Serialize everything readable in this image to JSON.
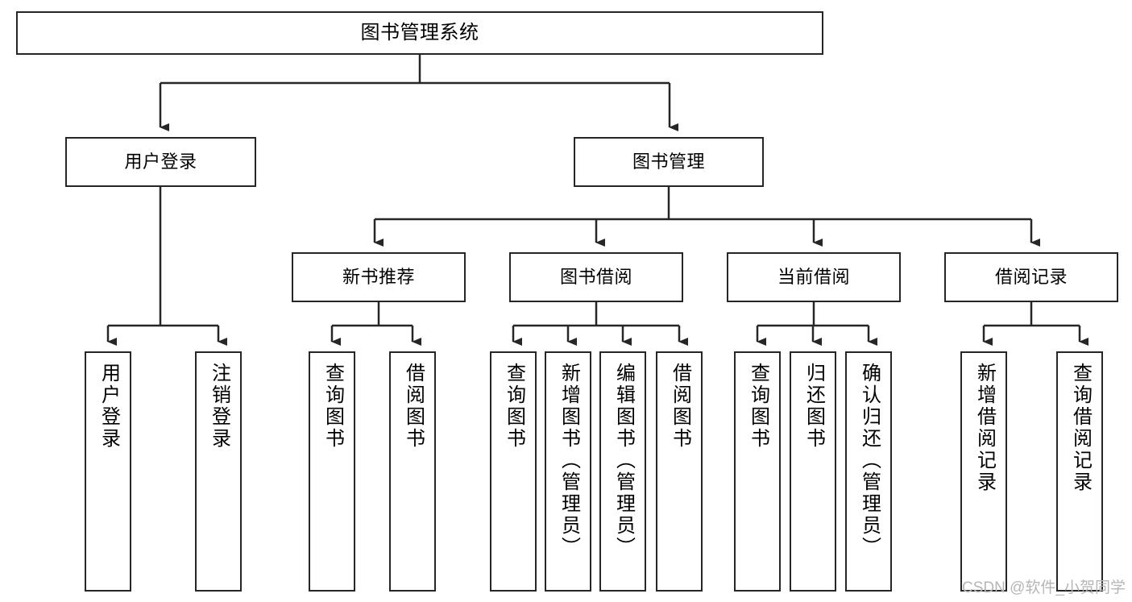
{
  "diagram": {
    "title": "图书管理系统",
    "type": "tree",
    "watermark": "CSDN @软件_小贺同学",
    "colors": {
      "background": "#ffffff",
      "border": "#262626",
      "text": "#000000",
      "watermark": "#b6b6b6"
    },
    "root": {
      "label": "图书管理系统"
    },
    "level2": [
      {
        "label": "用户登录"
      },
      {
        "label": "图书管理"
      }
    ],
    "level3": [
      {
        "label": "新书推荐"
      },
      {
        "label": "图书借阅"
      },
      {
        "label": "当前借阅"
      },
      {
        "label": "借阅记录"
      }
    ],
    "leaves": {
      "user_login": [
        {
          "label": "用户登录"
        },
        {
          "label": "注销登录"
        }
      ],
      "new_book_recommend": [
        {
          "label": "查询图书"
        },
        {
          "label": "借阅图书"
        }
      ],
      "book_borrow": [
        {
          "label": "查询图书"
        },
        {
          "label": "新增图书（管理员）"
        },
        {
          "label": "编辑图书（管理员）"
        },
        {
          "label": "借阅图书"
        }
      ],
      "current_borrow": [
        {
          "label": "查询图书"
        },
        {
          "label": "归还图书"
        },
        {
          "label": "确认归还（管理员）"
        }
      ],
      "borrow_record": [
        {
          "label": "新增借阅记录"
        },
        {
          "label": "查询借阅记录"
        }
      ]
    }
  }
}
